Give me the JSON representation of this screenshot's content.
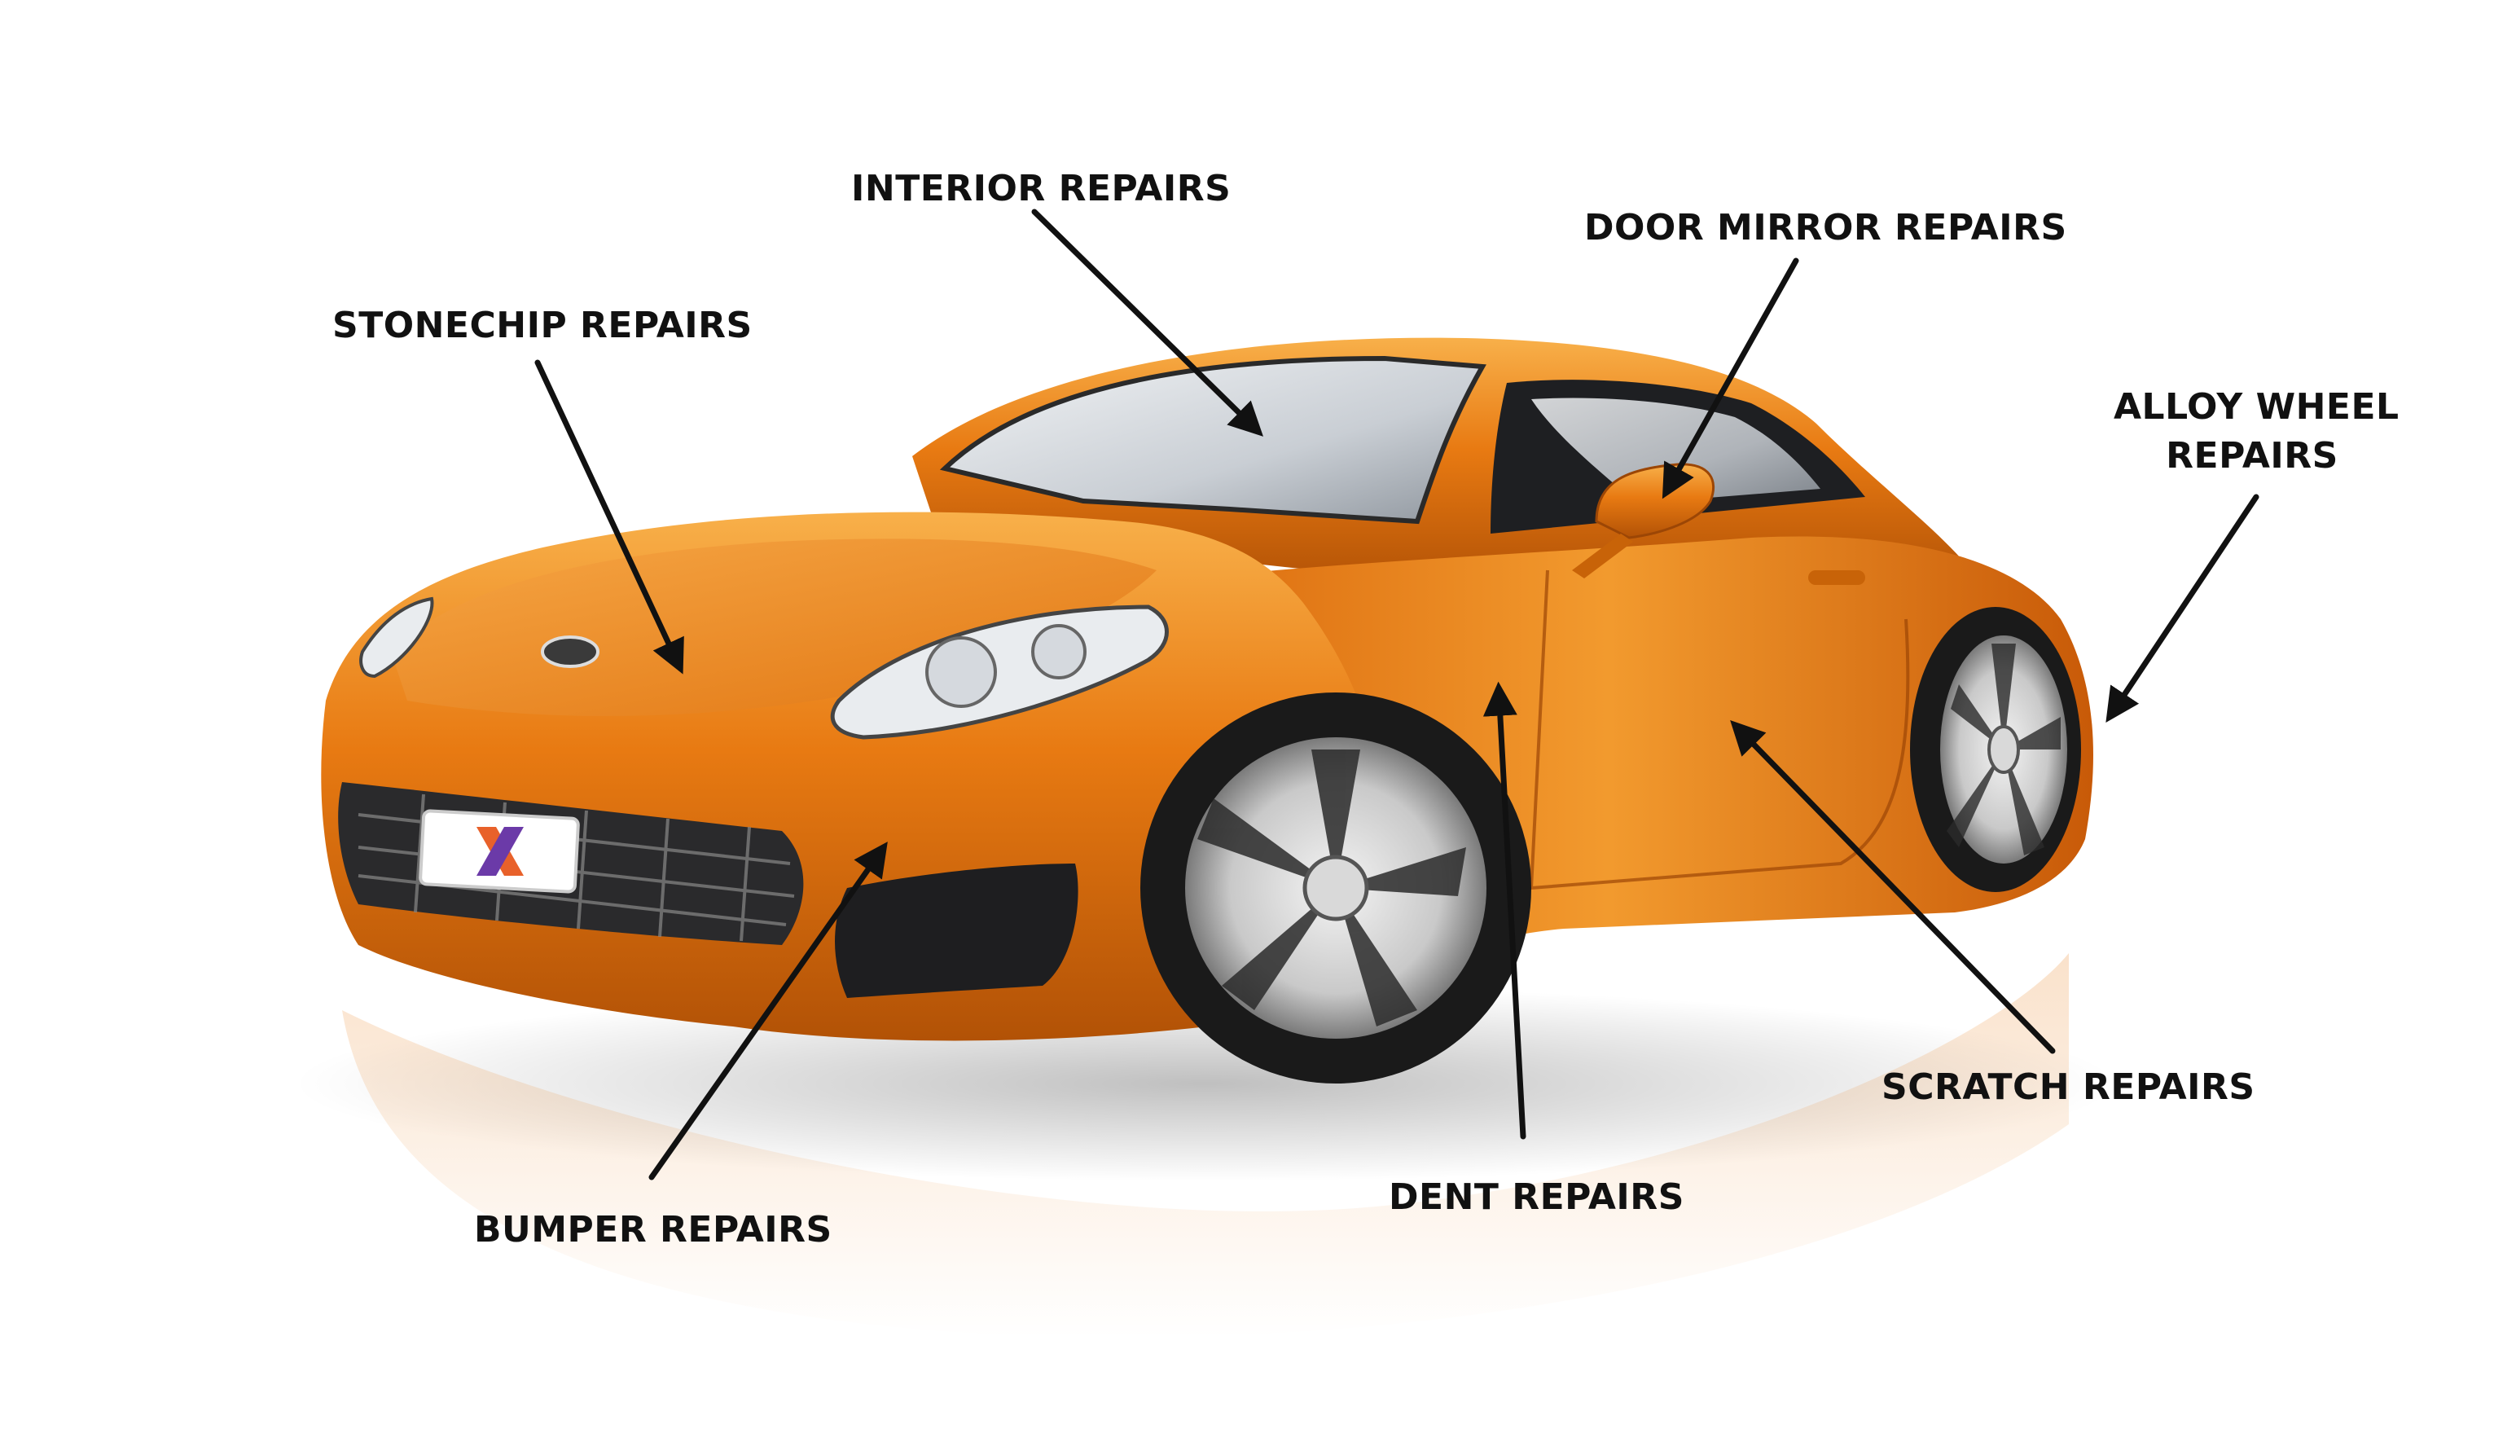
{
  "callouts": {
    "stonechip": "STONECHIP REPAIRS",
    "interior": "INTERIOR REPAIRS",
    "door_mirror": "DOOR MIRROR REPAIRS",
    "alloy_wheel_line1": "ALLOY WHEEL",
    "alloy_wheel_line2": "REPAIRS",
    "bumper": "BUMPER REPAIRS",
    "dent": "DENT REPAIRS",
    "scratch": "SCRATCH REPAIRS"
  },
  "colors": {
    "body_orange": "#e87a12",
    "body_light": "#f7a53a",
    "body_dark": "#a84a05",
    "arrow": "#111111",
    "background": "#ffffff"
  },
  "icons": {
    "logo": "x-brand-logo"
  }
}
